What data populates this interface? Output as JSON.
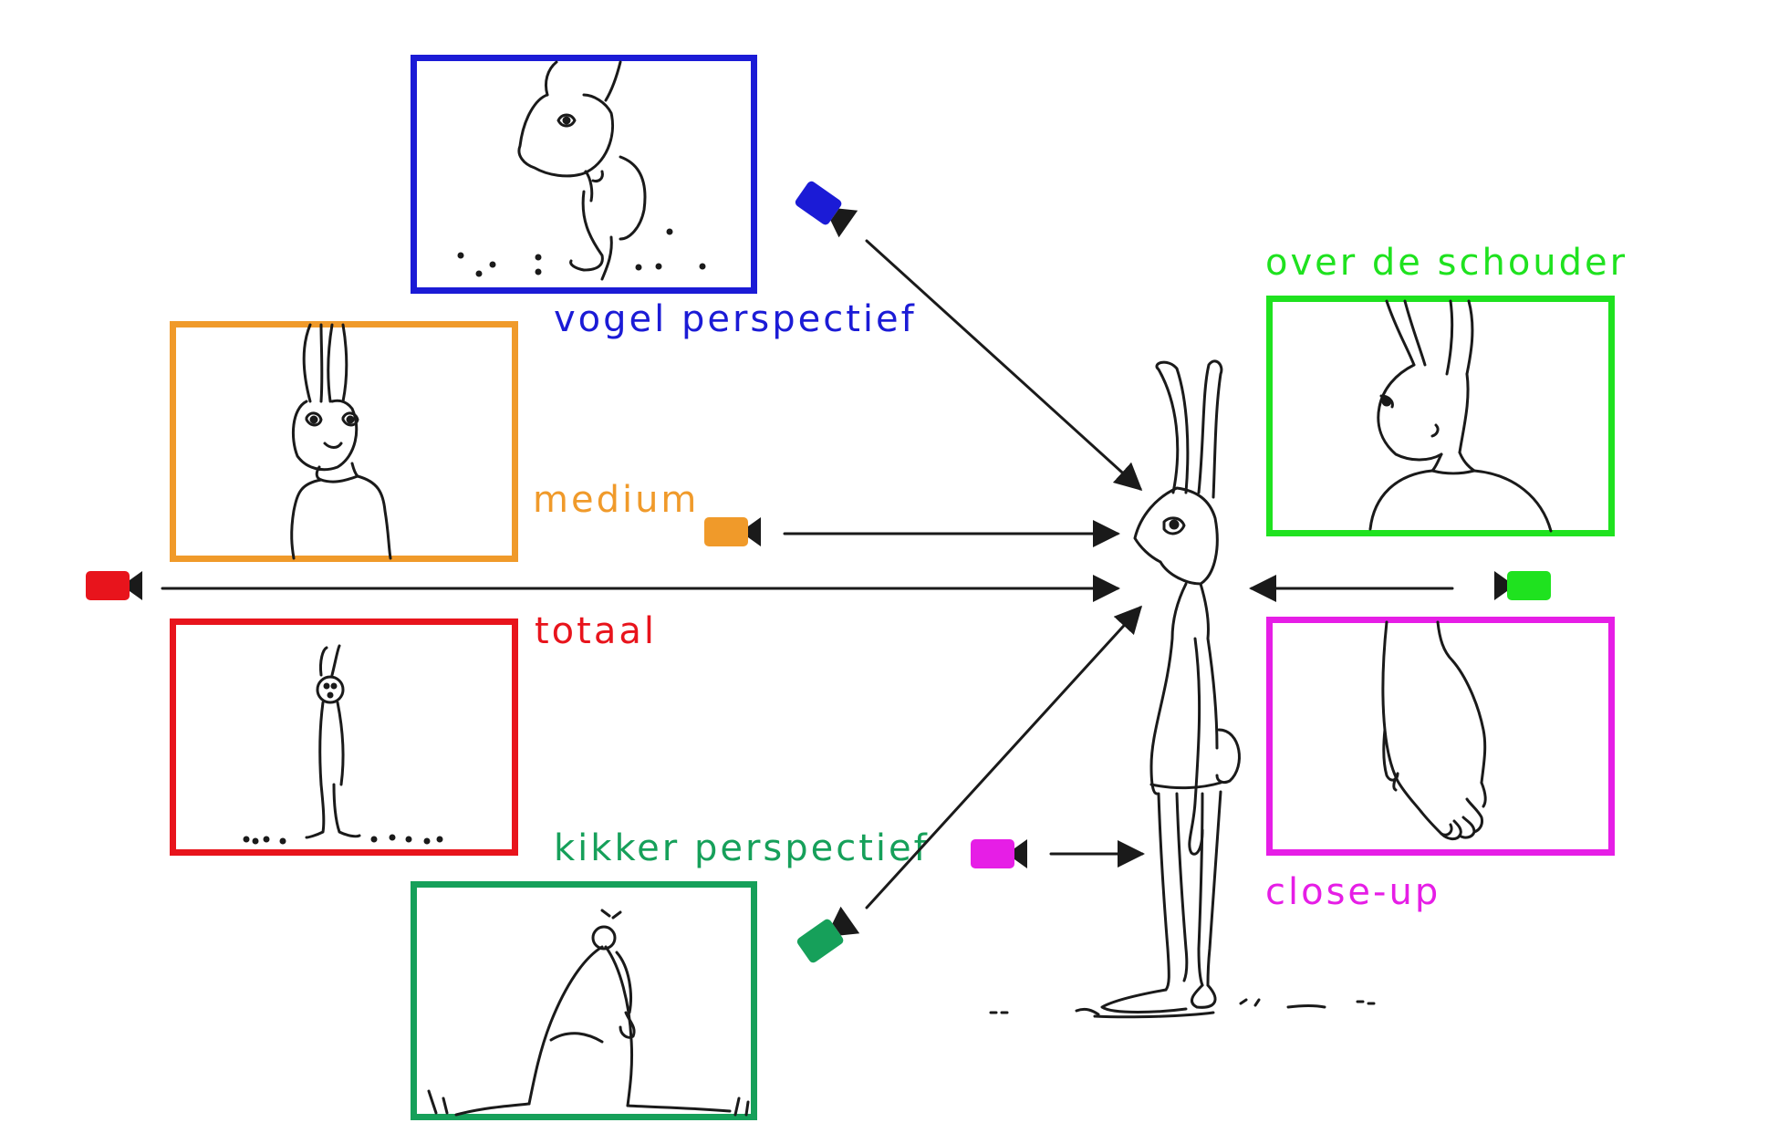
{
  "labels": {
    "vogel": "vogel perspectief",
    "medium": "medium",
    "totaal": "totaal",
    "kikker": "kikker perspectief",
    "schouder": "over de schouder",
    "closeup": "close-up"
  },
  "colors": {
    "vogel": "#1b1bd6",
    "medium": "#f09a2a",
    "totaal": "#e8141c",
    "kikker": "#16a05a",
    "schouder": "#1fe21f",
    "closeup": "#e61ee6",
    "ink": "#1a1a1a"
  },
  "icons": {
    "camera": "video-camera-icon",
    "figure": "rabbit-figure"
  }
}
